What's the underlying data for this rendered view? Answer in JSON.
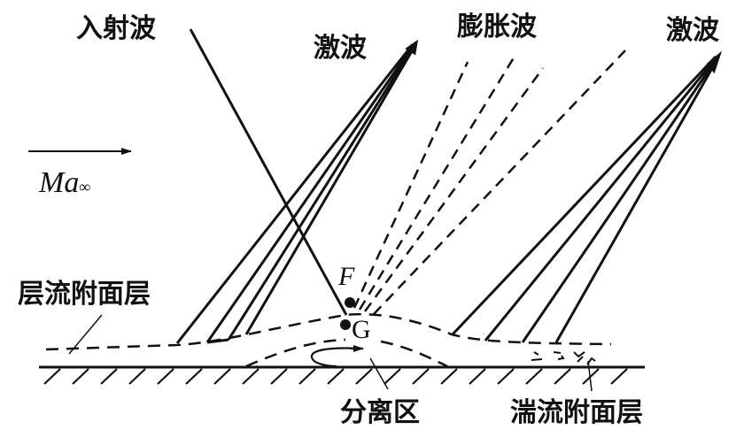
{
  "diagram": {
    "type": "shock-wave / boundary-layer interaction schematic",
    "colors": {
      "ink": "#111111",
      "background": "#ffffff"
    },
    "labels": {
      "incident_wave": "入射波",
      "shock_left": "激波",
      "expansion_waves": "膨胀波",
      "shock_right": "激波",
      "laminar_boundary_layer": "层流附面层",
      "separation_region": "分离区",
      "turbulent_boundary_layer": "湍流附面层",
      "freestream_mach_main": "Ma",
      "freestream_mach_sub": "∞",
      "point_f": "F",
      "point_g": "G"
    },
    "elements": [
      "free-stream arrow",
      "incident shock line",
      "reflected compression shock fan (left)",
      "expansion wave fan (dashed)",
      "reattachment shock fan (right)",
      "boundary layer edge (dashed)",
      "separation bubble with recirculation arrow",
      "hatched solid wall"
    ]
  }
}
